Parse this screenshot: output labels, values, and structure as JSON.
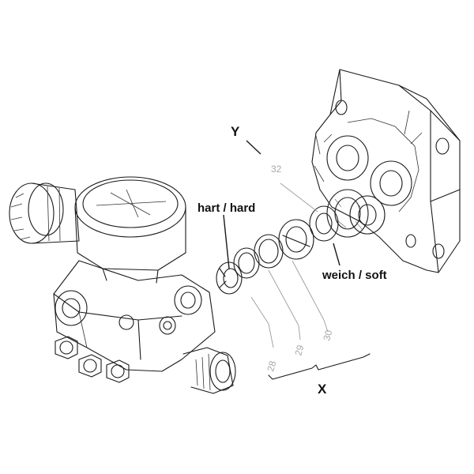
{
  "labels": {
    "hard": "hart / hard",
    "soft": "weich / soft",
    "y": "Y",
    "x": "X"
  },
  "part_numbers": {
    "p32": "32",
    "p28": "28",
    "p29": "29",
    "p30": "30"
  }
}
